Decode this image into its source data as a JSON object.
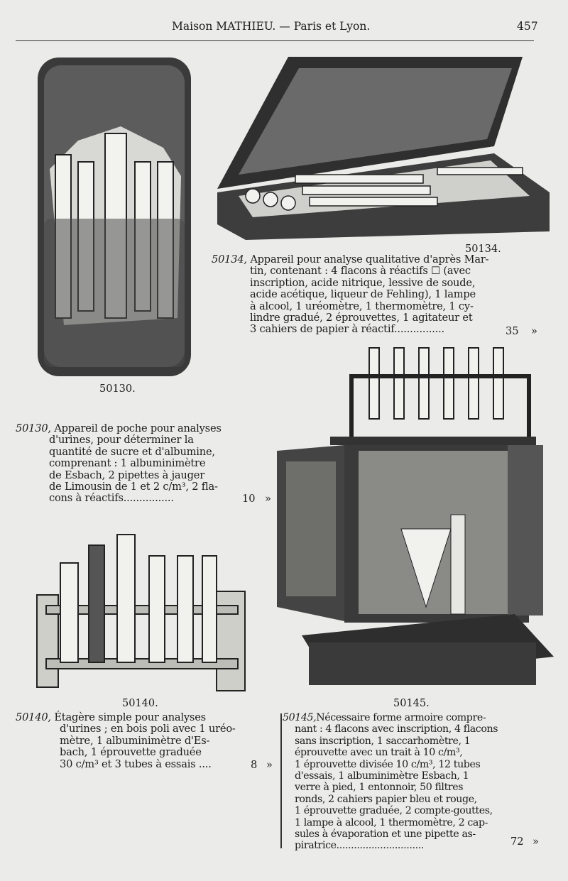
{
  "header": {
    "title": "Maison MATHIEU. — Paris et Lyon.",
    "page_number": "457"
  },
  "figures": {
    "f50130": {
      "caption": "50130."
    },
    "f50134": {
      "caption": "50134."
    },
    "f50145": {
      "caption": "50145."
    },
    "f50140": {
      "caption": "50140."
    }
  },
  "entries": {
    "e50134": {
      "number": "50134,",
      "lines": [
        "Appareil pour analyse qualitative d'après Mar-",
        "tin, contenant : 4 flacons à réactifs ☐ (avec",
        "inscription, acide nitrique, lessive de soude,",
        "acide acétique, liqueur de Fehling), 1 lampe",
        "à alcool, 1 uréomètre, 1 thermomètre, 1 cy-",
        "lindre gradué, 2 éprouvettes, 1 agitateur et",
        "3 cahiers de papier à réactif................"
      ],
      "price": "35",
      "price_mark": "»"
    },
    "e50130": {
      "number": "50130,",
      "lines": [
        "Appareil de poche pour analyses",
        "d'urines, pour déterminer la",
        "quantité de sucre et d'albumine,",
        "comprenant : 1 albuminimètre",
        "de Esbach, 2 pipettes à jauger",
        "de Limousin de 1 et 2 c/m³, 2 fla-",
        "cons à réactifs................"
      ],
      "price": "10",
      "price_mark": "»"
    },
    "e50140": {
      "number": "50140,",
      "lines": [
        "Étagère simple pour analyses",
        "d'urines ; en bois poli avec 1 uréo-",
        "mètre, 1 albuminimètre d'Es-",
        "bach, 1 éprouvette graduée",
        "30 c/m³ et 3 tubes à essais ...."
      ],
      "price": "8",
      "price_mark": "»"
    },
    "e50145": {
      "number": "50145,",
      "lines": [
        "Nécessaire forme armoire compre-",
        "nant : 4 flacons avec inscription, 4 flacons",
        "sans inscription, 1 saccarhomètre, 1",
        "éprouvette avec un trait à 10 c/m³,",
        "1 éprouvette divisée 10 c/m³, 12 tubes",
        "d'essais, 1 albuminimètre Esbach, 1",
        "verre à pied, 1 entonnoir, 50 filtres",
        "ronds, 2 cahiers papier bleu et rouge,",
        "1 éprouvette graduée, 2 compte-gouttes,",
        "1 lampe à alcool, 1 thermomètre, 2 cap-",
        "sules à évaporation et une pipette as-",
        "piratrice.............................."
      ],
      "price": "72",
      "price_mark": "»"
    }
  },
  "colors": {
    "paper": "#ebebe9",
    "ink": "#1c1c1c"
  }
}
